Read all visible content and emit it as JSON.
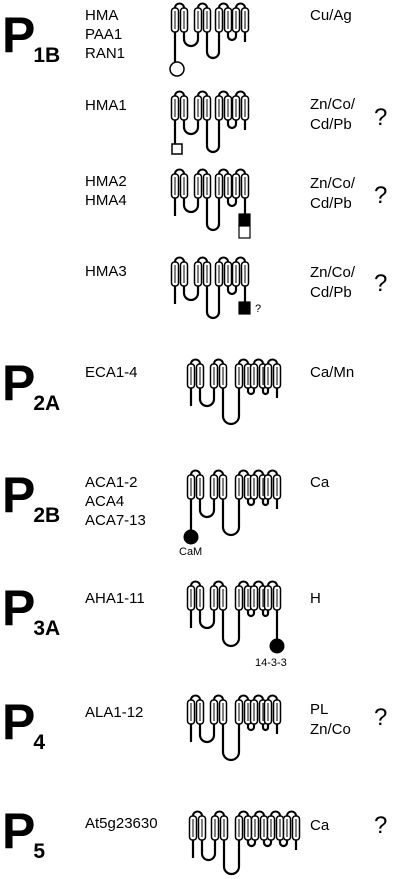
{
  "rows": [
    {
      "family": "P",
      "family_sub": "1B",
      "genes": [
        "HMA",
        "PAA1",
        "RAN1"
      ],
      "ion": [
        "Cu/Ag"
      ],
      "question": "",
      "domain_label": ""
    },
    {
      "family": "",
      "family_sub": "",
      "genes": [
        "HMA1"
      ],
      "ion": [
        "Zn/Co/",
        "Cd/Pb"
      ],
      "question": "?",
      "domain_label": ""
    },
    {
      "family": "",
      "family_sub": "",
      "genes": [
        "HMA2",
        "HMA4"
      ],
      "ion": [
        "Zn/Co/",
        "Cd/Pb"
      ],
      "question": "?",
      "domain_label": ""
    },
    {
      "family": "",
      "family_sub": "",
      "genes": [
        "HMA3"
      ],
      "ion": [
        "Zn/Co/",
        "Cd/Pb"
      ],
      "question": "?",
      "domain_label": "?"
    },
    {
      "family": "P",
      "family_sub": "2A",
      "genes": [
        "ECA1-4"
      ],
      "ion": [
        "Ca/Mn"
      ],
      "question": "",
      "domain_label": ""
    },
    {
      "family": "P",
      "family_sub": "2B",
      "genes": [
        "ACA1-2",
        "ACA4",
        "ACA7-13"
      ],
      "ion": [
        "Ca"
      ],
      "question": "",
      "domain_label": "CaM"
    },
    {
      "family": "P",
      "family_sub": "3A",
      "genes": [
        "AHA1-11"
      ],
      "ion": [
        "H"
      ],
      "question": "",
      "domain_label": "14-3-3"
    },
    {
      "family": "P",
      "family_sub": "4",
      "genes": [
        "ALA1-12"
      ],
      "ion": [
        "PL",
        "Zn/Co"
      ],
      "question": "?",
      "domain_label": ""
    },
    {
      "family": "P",
      "family_sub": "5",
      "genes": [
        "At5g23630"
      ],
      "ion": [
        "Ca"
      ],
      "question": "?",
      "domain_label": ""
    }
  ]
}
